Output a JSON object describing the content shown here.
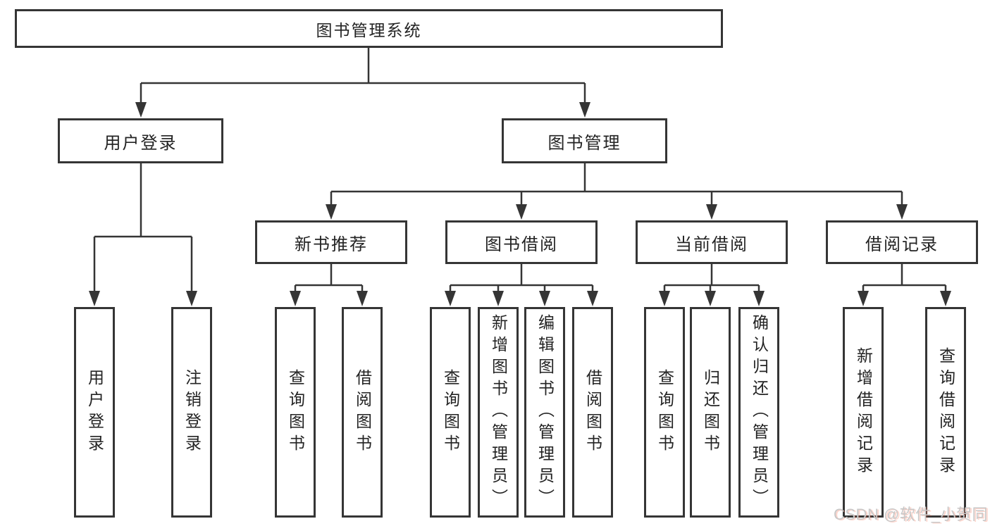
{
  "diagram": {
    "root": "图书管理系统",
    "level2": {
      "user_login": "用户登录",
      "book_management": "图书管理"
    },
    "level3": {
      "new_books": "新书推荐",
      "book_borrowing": "图书借阅",
      "current_borrowing": "当前借阅",
      "borrowing_records": "借阅记录"
    },
    "leaves": {
      "user_login": [
        "用户登录",
        "注销登录"
      ],
      "new_books": [
        "查询图书",
        "借阅图书"
      ],
      "book_borrowing": [
        "查询图书",
        "新增图书（管理员）",
        "编辑图书（管理员）",
        "借阅图书"
      ],
      "current_borrowing": [
        "查询图书",
        "归还图书",
        "确认归还（管理员）"
      ],
      "borrowing_records": [
        "新增借阅记录",
        "查询借阅记录"
      ]
    },
    "watermark": "CSDN @软件_小贺同学",
    "colors": {
      "line": "#353535",
      "text": "#232323",
      "box_background": "#ffffff",
      "watermark": "#c8c8c8",
      "watermark_accent": "#fc5531"
    }
  }
}
